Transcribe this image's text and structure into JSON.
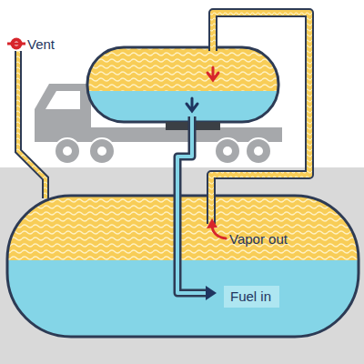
{
  "diagram": {
    "nodes": [
      {
        "text": [
          "Fuel in"
        ]
      }
    ],
    "labels": [
      "Vent",
      "Vapor out"
    ]
  }
}
